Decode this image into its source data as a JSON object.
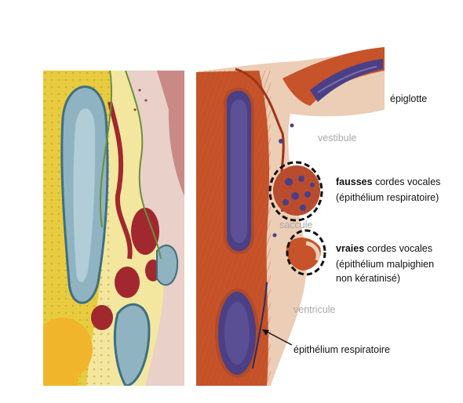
{
  "labels": {
    "epiglotte": "épiglotte",
    "vestibule": "vestibule",
    "fausses_bold": "fausses",
    "fausses_rest": " cordes vocales",
    "fausses_line2": "(épithélium respiratoire)",
    "saccule": "saccule",
    "vraies_bold": "vraies",
    "vraies_rest": " cordes vocales",
    "vraies_line2": "(épithélium malpighien",
    "vraies_line3": "non kératinisé)",
    "ventricule": "ventricule",
    "epithelium_respiratoire": "épithélium respiratoire"
  },
  "colors": {
    "muscle": "#c6532a",
    "muscle_dark": "#9c3418",
    "connective": "#eccdb6",
    "cartilage": "#4b3f86",
    "cartilage_rim": "#7a6fae",
    "mucosa_pink": "#d9a39a",
    "yellow_fat": "#e8cc40",
    "blue_structure": "#8fb3c0",
    "red_gland": "#a0282e",
    "label_dark": "#111111",
    "label_grey": "#a8a8a8"
  }
}
